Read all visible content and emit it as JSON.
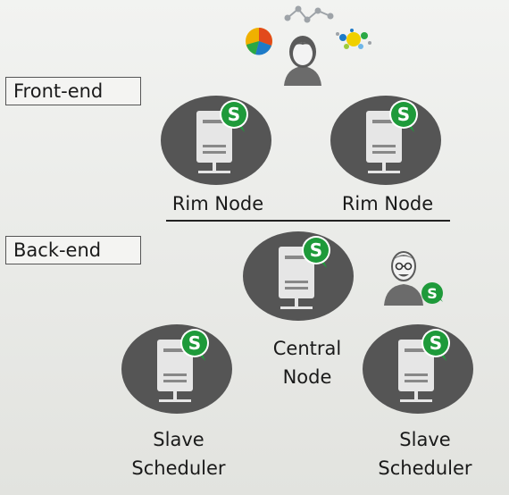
{
  "sections": {
    "frontend_label": "Front-end",
    "backend_label": "Back-end"
  },
  "nodes": {
    "rim_node_1": "Rim Node",
    "rim_node_2": "Rim Node",
    "central_node_line1": "Central",
    "central_node_line2": "Node",
    "slave_scheduler_1_line1": "Slave",
    "slave_scheduler_1_line2": "Scheduler",
    "slave_scheduler_2_line1": "Slave",
    "slave_scheduler_2_line2": "Scheduler"
  },
  "badge_letter": "S",
  "icons": {
    "user": "user-icon",
    "admin": "admin-user-icon",
    "pie_chart": "pie-chart-icon",
    "line_chart": "line-chart-icon",
    "bubbles": "bubble-chart-icon",
    "server": "server-icon"
  },
  "colors": {
    "node_circle": "#555555",
    "server_body": "#e6e6e6",
    "badge_green": "#1e9a3a"
  }
}
